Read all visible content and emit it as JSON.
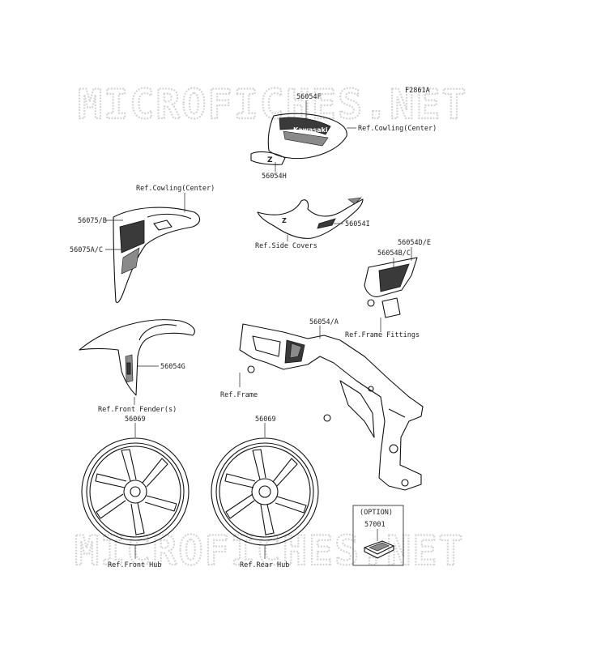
{
  "watermarks": [
    "MICROFICHES.NET",
    "MICROFICHES.NET"
  ],
  "figure_code": "F2861A",
  "labels": {
    "p56054F": "56054F",
    "ref_cowling_center_top": "Ref.Cowling(Center)",
    "p56054H": "56054H",
    "ref_cowling_center_left": "Ref.Cowling(Center)",
    "p56075B": "56075/B",
    "p56075AC": "56075A/C",
    "p56054I": "56054I",
    "ref_side_covers": "Ref.Side Covers",
    "p56054DE": "56054D/E",
    "p56054BC": "56054B/C",
    "ref_frame_fittings": "Ref.Frame Fittings",
    "p56054A": "56054/A",
    "p56054G": "56054G",
    "ref_frame": "Ref.Frame",
    "ref_front_fender": "Ref.Front Fender(s)",
    "p56069_front": "56069",
    "p56069_rear": "56069",
    "option": "(OPTION)",
    "p57001": "57001",
    "ref_front_hub": "Ref.Front Hub",
    "ref_rear_hub": "Ref.Rear Hub"
  },
  "decal_brand": "Kawasaki",
  "decal_letter": "Z"
}
